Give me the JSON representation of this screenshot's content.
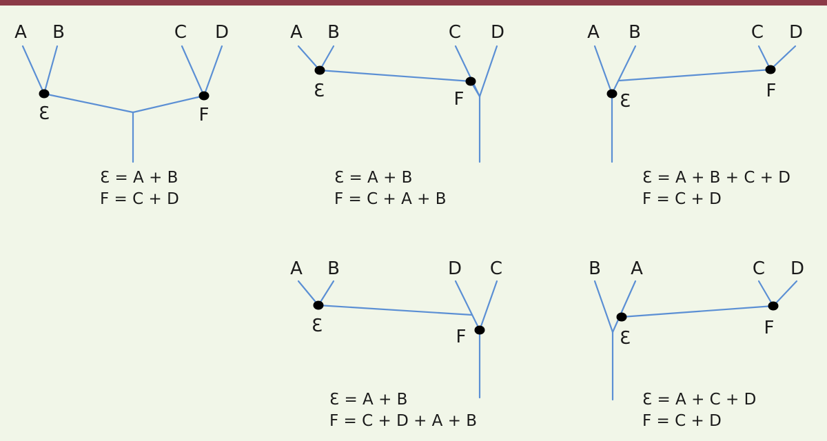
{
  "colors": {
    "background": "#f1f6e8",
    "top_bar": "#8b3a47",
    "edge": "#5b8fd4",
    "node": "#000000"
  },
  "diagrams": [
    {
      "leaves": [
        "A",
        "B",
        "C",
        "D"
      ],
      "node_labels": [
        "Ɛ",
        "F"
      ],
      "equations": [
        "Ɛ = A + B",
        "F = C + D"
      ]
    },
    {
      "leaves": [
        "A",
        "B",
        "C",
        "D"
      ],
      "node_labels": [
        "Ɛ",
        "F"
      ],
      "equations": [
        "Ɛ = A + B",
        "F = C + A + B"
      ]
    },
    {
      "leaves": [
        "A",
        "B",
        "C",
        "D"
      ],
      "node_labels": [
        "Ɛ",
        "F"
      ],
      "equations": [
        "Ɛ = A + B + C + D",
        "F = C + D"
      ]
    },
    {
      "leaves": [
        "A",
        "B",
        "D",
        "C"
      ],
      "node_labels": [
        "Ɛ",
        "F"
      ],
      "equations": [
        "Ɛ = A + B",
        "F = C + D + A + B"
      ]
    },
    {
      "leaves": [
        "B",
        "A",
        "C",
        "D"
      ],
      "node_labels": [
        "Ɛ",
        "F"
      ],
      "equations": [
        "Ɛ = A + C + D",
        "F = C + D"
      ]
    }
  ]
}
